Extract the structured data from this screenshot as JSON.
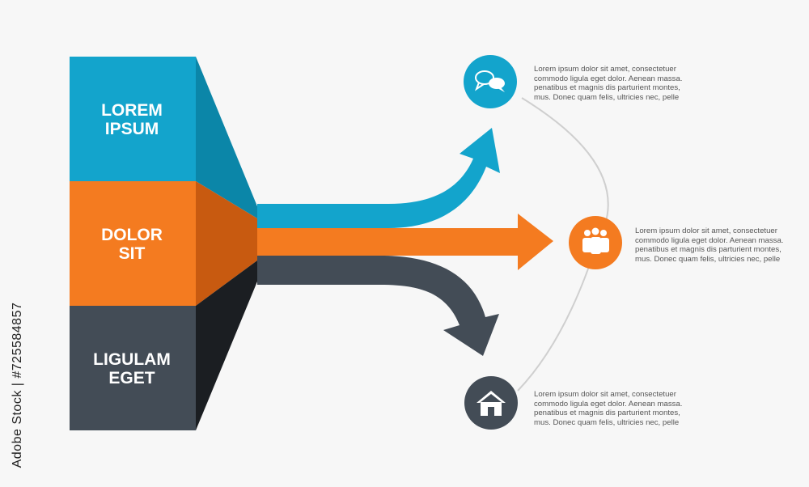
{
  "blocks": [
    {
      "label_line1": "LOREM",
      "label_line2": "IPSUM",
      "color": "#13a4cc"
    },
    {
      "label_line1": "DOLOR",
      "label_line2": "SIT",
      "color": "#f47b20"
    },
    {
      "label_line1": "LIGULAM",
      "label_line2": "EGET",
      "color": "#434c56"
    }
  ],
  "items": [
    {
      "icon": "speech-bubbles-icon",
      "color": "#13a4cc",
      "text": [
        "Lorem ipsum dolor sit amet, consectetuer",
        "commodo ligula eget dolor. Aenean massa.",
        "penatibus et magnis dis parturient montes,",
        "mus. Donec quam felis, ultricies nec, pelle"
      ]
    },
    {
      "icon": "people-group-icon",
      "color": "#f47b20",
      "text": [
        "Lorem ipsum dolor sit amet, consectetuer",
        "commodo ligula eget dolor. Aenean massa.",
        "penatibus et magnis dis parturient montes,",
        "mus. Donec quam felis, ultricies nec, pelle"
      ]
    },
    {
      "icon": "home-icon",
      "color": "#434c56",
      "text": [
        "Lorem ipsum dolor sit amet, consectetuer",
        "commodo ligula eget dolor. Aenean massa.",
        "penatibus et magnis dis parturient montes,",
        "mus. Donec quam felis, ultricies nec, pelle"
      ]
    }
  ],
  "watermark_side": "Adobe Stock | #725584857"
}
